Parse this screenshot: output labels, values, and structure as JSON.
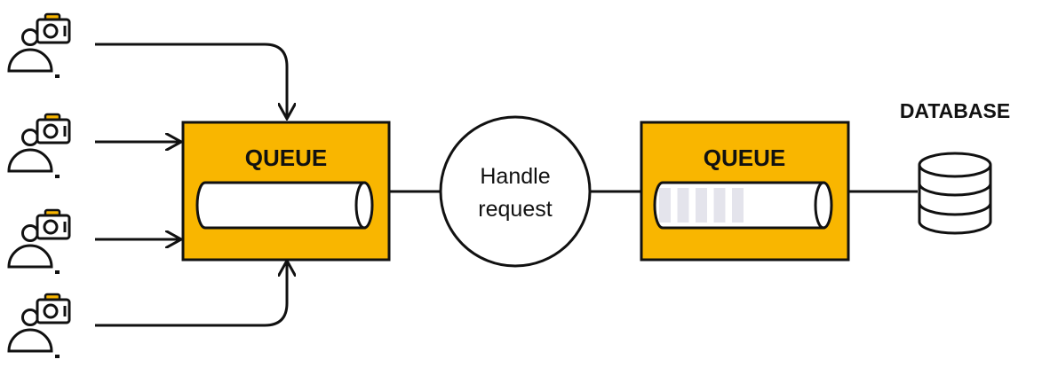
{
  "colors": {
    "queue_fill": "#F9B600",
    "outline": "#111111",
    "camera_accent": "#F9B600",
    "message_block": "#E4E4EC",
    "background": "#FFFFFF"
  },
  "clients": [
    {
      "icon": "user-camera-icon"
    },
    {
      "icon": "user-camera-icon"
    },
    {
      "icon": "user-camera-icon"
    },
    {
      "icon": "user-camera-icon"
    }
  ],
  "queue_in": {
    "title": "QUEUE",
    "message_count": 0
  },
  "handler": {
    "line1": "Handle",
    "line2": "request"
  },
  "queue_out": {
    "title": "QUEUE",
    "message_count": 5
  },
  "database": {
    "title": "DATABASE",
    "icon": "database-icon"
  }
}
